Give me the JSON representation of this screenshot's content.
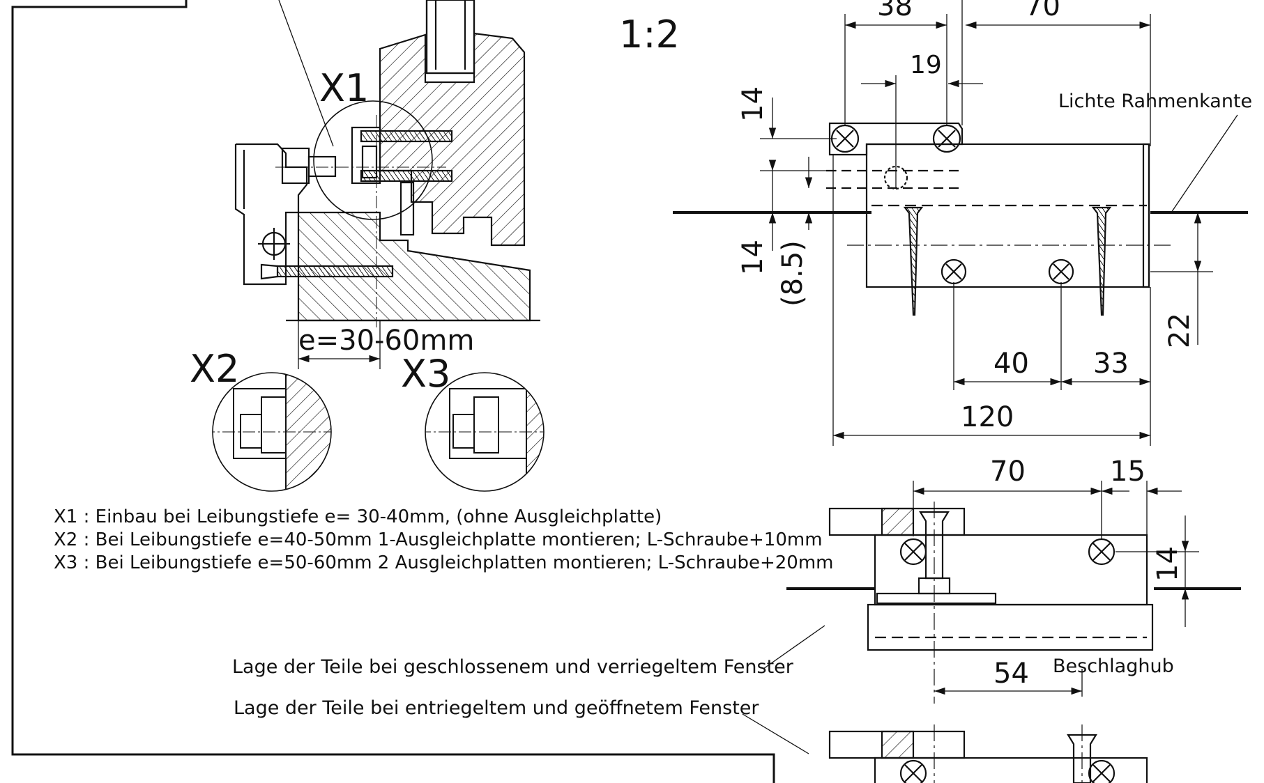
{
  "scale": "1:2",
  "detail_labels": {
    "x1": "X1",
    "x2": "X2",
    "x3": "X3"
  },
  "leibung_dim": "e=30-60mm",
  "notes": [
    "X1 : Einbau bei Leibungstiefe e= 30-40mm, (ohne Ausgleichplatte)",
    "X2 : Bei Leibungstiefe e=40-50mm 1-Ausgleichplatte montieren; L-Schraube+10mm",
    "X3 : Bei Leibungstiefe e=50-60mm 2 Ausgleichplatten montieren; L-Schraube+20mm"
  ],
  "top_view": {
    "dims": {
      "d38": "38",
      "d70": "70",
      "d19": "19",
      "d14a": "14",
      "d14b": "14",
      "d85": "(8.5)",
      "d40": "40",
      "d33": "33",
      "d22": "22",
      "d120": "120"
    },
    "lichte_label": "Lichte Rahmenkante"
  },
  "side_view": {
    "dims": {
      "d70": "70",
      "d15": "15",
      "d14": "14",
      "d54": "54"
    },
    "beschlaghub": "Beschlaghub",
    "closed_label": "Lage der Teile bei geschlossenem und verriegeltem Fenster",
    "open_label": "Lage der Teile bei entriegeltem und geöffnetem Fenster"
  },
  "colors": {
    "line": "#111111",
    "background": "#ffffff"
  }
}
